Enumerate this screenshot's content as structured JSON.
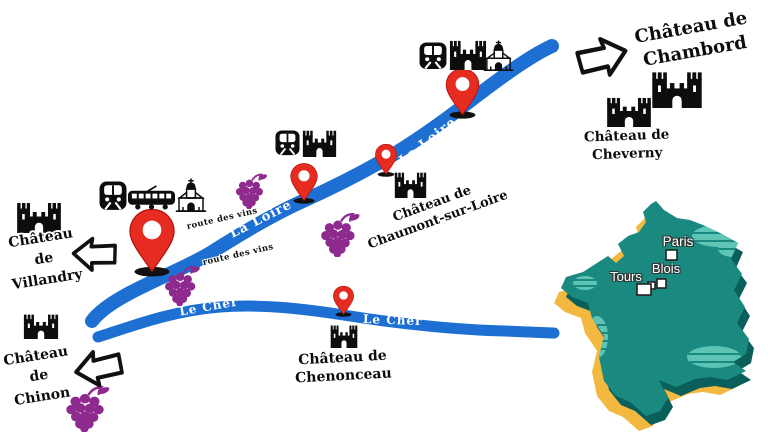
{
  "map": {
    "region_labels": {
      "loire": "La Loire",
      "cher": "Le Cher",
      "wine_route": "route des vins"
    },
    "chateaux": {
      "chambord": {
        "line1": "Château de",
        "line2": "Chambord"
      },
      "cheverny": {
        "line1": "Château de",
        "line2": "Cheverny"
      },
      "chaumont": {
        "line1": "Château de",
        "line2": "Chaumont-sur-Loire"
      },
      "chenonceau": {
        "line1": "Château de",
        "line2": "Chenonceau"
      },
      "villandry": {
        "line1": "Château",
        "line2": "de",
        "line3": "Villandry"
      },
      "chinon": {
        "line1": "Château",
        "line2": "de",
        "line3": "Chinon"
      }
    },
    "inset": {
      "cities": {
        "paris": "Paris",
        "blois": "Blois",
        "tours": "Tours"
      }
    },
    "icons": [
      "castle-icon",
      "metro-icon",
      "tram-icon",
      "church-icon",
      "map-pin-icon",
      "grapes-icon",
      "direction-arrow-icon"
    ],
    "colors": {
      "river_blue": "#1d6fd2",
      "pin_red": "#e62b20",
      "grape_purple": "#8e2a8e",
      "icon_black": "#0d0d0d",
      "france_top_teal": "#1a8a80",
      "france_side_teal": "#0b5f5b",
      "france_shadow_yellow": "#f3b83f",
      "france_light_patch": "#5ec4b6"
    }
  }
}
